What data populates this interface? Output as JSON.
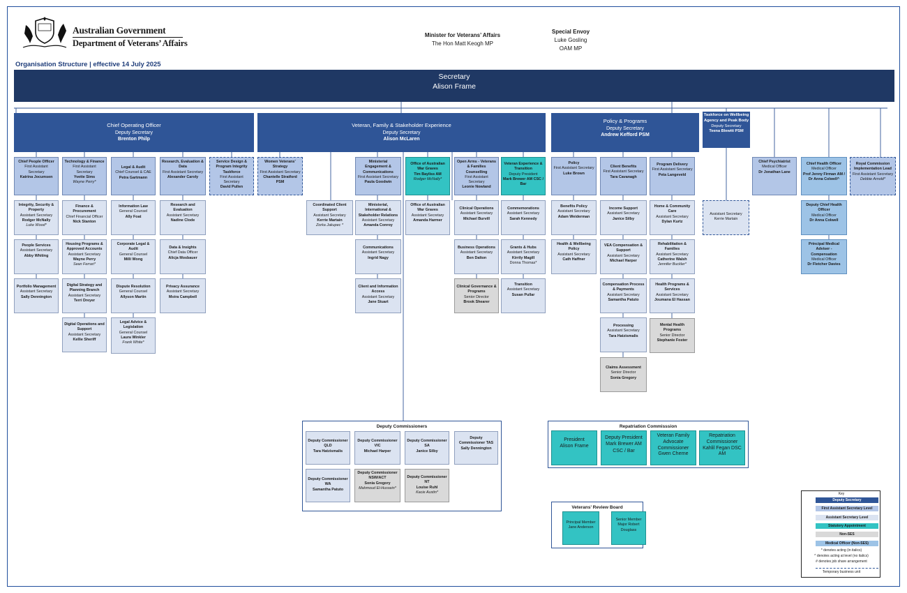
{
  "header": {
    "gov_line1": "Australian Government",
    "gov_line2": "Department of Veterans’ Affairs",
    "minister_title": "Minister for Veterans’ Affairs",
    "minister_name": "The Hon Matt Keogh MP",
    "envoy_title": "Special Envoy",
    "envoy_name_1": "Luke Gosling",
    "envoy_name_2": "OAM MP",
    "page_title": "Organisation Structure | effective 14 July 2025",
    "crest_icon": "coat-of-arms-icon"
  },
  "secretary": {
    "title": "Secretary",
    "name": "Alison Frame"
  },
  "deputies": {
    "coo": {
      "title": "Chief Operating Officer",
      "role": "Deputy Secretary",
      "name": "Brenton Philp"
    },
    "vfse": {
      "title": "Veteran, Family & Stakeholder Experience",
      "role": "Deputy Secretary",
      "name": "Alison McLaren"
    },
    "policy": {
      "title": "Policy & Programs",
      "role": "Deputy Secretary",
      "name": "Andrew Kefford PSM"
    },
    "taskforce": {
      "title": "Taskforce on Wellbeing Agency and Peak Body",
      "role": "Deputy Secretary",
      "name": "Teena Blewitt PSM"
    }
  },
  "boxes": {
    "cpo": {
      "title": "Chief People Officer",
      "role": "First Assistant Secretary",
      "name": "Katrina Jocumsen"
    },
    "tf": {
      "title": "Technology & Finance",
      "role": "First Assistant Secretary",
      "name": "Yvette Sims",
      "acting": "Wayne Perry*"
    },
    "la": {
      "title": "Legal & Audit",
      "role": "Chief Counsel & CAE",
      "name": "Petra Gartmann"
    },
    "red": {
      "title": "Research, Evaluation & Data",
      "role": "First Assistant Secretary",
      "name": "Alexander Caroly"
    },
    "sdpi": {
      "title": "Service Design & Program Integrity Taskforce",
      "role": "First Assistant Secretary",
      "name": "David Pullen"
    },
    "isp": {
      "title": "Integrity, Security & Property",
      "role": "Assistant Secretary",
      "name": "Rodger McNally",
      "acting": "Luke Wood*"
    },
    "ps": {
      "title": "People Services",
      "role": "Assistant Secretary",
      "name": "Abby Whiting"
    },
    "pm": {
      "title": "Portfolio Management",
      "role": "Assistant Secretary",
      "name": "Sally Dennington"
    },
    "fp": {
      "title": "Finance & Procurement",
      "role": "Chief Financial Officer",
      "name": "Nick Stanton"
    },
    "hpam": {
      "title": "Housing Programs & Approved Accounts",
      "role": "Assistant Secretary",
      "name": "Wayne Perry",
      "acting": "Sean Ferrari*"
    },
    "dspb": {
      "title": "Digital Strategy and Planning Branch",
      "role": "Assistant Secretary",
      "name": "Terri Dreyer"
    },
    "dos": {
      "title": "Digital Operations and Support",
      "role": "Assistant Secretary",
      "name": "Kellie Sheriff"
    },
    "il": {
      "title": "Information Law",
      "role": "General Counsel",
      "name": "Ally Foat"
    },
    "cla": {
      "title": "Corporate Legal & Audit",
      "role": "General Counsel",
      "name": "Milli Wong"
    },
    "dr": {
      "title": "Dispute Resolution",
      "role": "General Counsel",
      "name": "Allyson Martin"
    },
    "lal": {
      "title": "Legal Advice & Legislation",
      "role": "General Counsel",
      "name": "Laura Winkler",
      "acting": "Frank White*"
    },
    "rae": {
      "title": "Research and Evaluation",
      "role": "Assistant Secretary",
      "name": "Nadine Clode"
    },
    "di": {
      "title": "Data & Insights",
      "role": "Chief Data Officer",
      "name": "Alicja Mosbauer"
    },
    "pa": {
      "title": "Privacy Assurance",
      "role": "Assistant Secretary",
      "name": "Moira Campbell"
    },
    "wvs": {
      "title": "Women Veterans’ Strategy",
      "role": "First Assistant Secretary",
      "name": "Chantelle Stratford PSM"
    },
    "ccs": {
      "title": "Coordinated Client Support",
      "role": "Assistant Secretary",
      "name": "Kerrie Martain",
      "acting": "Zorka Jakupec *"
    },
    "mec": {
      "title": "Ministerial Engagement & Communications",
      "role": "First Assistant Secretary",
      "name": "Paula Goodwin"
    },
    "oawg": {
      "title": "Office of Australian War Graves",
      "role": "",
      "name": "Tim Bayliss AM",
      "acting": "Rodger McNally*"
    },
    "oafc": {
      "title": "Open Arms - Veterans & Families Counselling",
      "role": "First Assistant Secretary",
      "name": "Leonie Nowland"
    },
    "vet": {
      "title": "Veteran Experience & Transition",
      "role": "Deputy President",
      "name": "Mark Brewer AM CSC / Bar"
    },
    "mis": {
      "title": "Ministerial, International & Stakeholder Relations",
      "role": "Assistant Secretary",
      "name": "Amanda Conroy"
    },
    "comms": {
      "title": "Communications",
      "role": "Assistant Secretary",
      "name": "Ingrid Nagy"
    },
    "cia": {
      "title": "Client and Information Access",
      "role": "Assistant Secretary",
      "name": "Jane Stuart"
    },
    "oawg2": {
      "title": "Office of Australian War Graves",
      "role": "Assistant Secretary",
      "name": "Amanda Harmer"
    },
    "co": {
      "title": "Clinical Operations",
      "role": "Assistant Secretary",
      "name": "Michael Burvill"
    },
    "bo": {
      "title": "Business Operations",
      "role": "Assistant Secretary",
      "name": "Ben Dalton"
    },
    "cgp": {
      "title": "Clinical Governance & Programs",
      "role": "Senior Director",
      "name": "Brook Shearer"
    },
    "comm": {
      "title": "Commemorations",
      "role": "Assistant Secretary",
      "name": "Sarah Kennedy"
    },
    "gh": {
      "title": "Grants & Hubs",
      "role": "Assistant Secretary",
      "name": "Kirrily Magill",
      "acting": "Donna Thomas*"
    },
    "tr": {
      "title": "Transition",
      "role": "Assistant Secretary",
      "name": "Susan Pullar"
    },
    "pol": {
      "title": "Policy",
      "role": "First Assistant Secretary",
      "name": "Luke Brown"
    },
    "cb": {
      "title": "Client Benefits",
      "role": "First Assistant Secretary",
      "name": "Tara Cavanagh"
    },
    "pd": {
      "title": "Program Delivery",
      "role": "First Assistant Secretary",
      "name": "Peta Langeveld"
    },
    "bp": {
      "title": "Benefits Policy",
      "role": "Assistant Secretary",
      "name": "Adam Weiderman"
    },
    "hwp": {
      "title": "Health & Wellbeing Policy",
      "role": "Assistant Secretary",
      "name": "Cath Haffner"
    },
    "is": {
      "title": "Income Support",
      "role": "Assistant Secretary",
      "name": "Janice Silby"
    },
    "vcs": {
      "title": "VEA Compensation & Support",
      "role": "Assistant Secretary",
      "name": "Michael Harper"
    },
    "cpp": {
      "title": "Compensation Process & Payments",
      "role": "Assistant Secretary",
      "name": "Samantha Patuto"
    },
    "proc": {
      "title": "Processing",
      "role": "Assistant Secretary",
      "name": "Tara Hatzismalis"
    },
    "ca": {
      "title": "Claims Assessment",
      "role": "Senior Director",
      "name": "Sonia Gregory"
    },
    "hcc": {
      "title": "Home & Community Care",
      "role": "Assistant Secretary",
      "name": "Dylan Kurtz"
    },
    "rf": {
      "title": "Rehabilitation & Families",
      "role": "Assistant Secretary",
      "name": "Catherine Walsh",
      "acting": "Jennifer Buckler*"
    },
    "hps": {
      "title": "Health Programs & Services",
      "role": "Assistant Secretary",
      "name": "Joumana El Hassan"
    },
    "mhp": {
      "title": "Mental Health Programs",
      "role": "Senior Director",
      "name": "Stephanie Foster"
    },
    "tfas": {
      "title": "",
      "role": "Assistant Secretary",
      "name": "Kerrie Martain"
    },
    "cpsy": {
      "title": "Chief Psychiatrist",
      "role": "Medical Officer",
      "name": "Dr Jonathan Lane"
    },
    "cho": {
      "title": "Chief Health Officer",
      "role": "Medical Officer",
      "name": "Prof Jenny Firman AM / Dr Anna Colwell^"
    },
    "dcho": {
      "title": "Deputy Chief Health Officer",
      "role": "Medical Officer",
      "name": "Dr Anna Colwell"
    },
    "pmac": {
      "title": "Principal Medical Adviser - Compensation",
      "role": "Medical Officer",
      "name": "Dr Fletcher Davies"
    },
    "rcil": {
      "title": "Royal Commission Implementation Lead",
      "role": "First Assistant Secretary",
      "name": "",
      "acting": "Debbie Arnold*"
    }
  },
  "deputy_commissioners": {
    "title": "Deputy Commissioners",
    "qld": {
      "title": "Deputy Commissioner QLD",
      "name": "Tara Hatzismalis"
    },
    "vic": {
      "title": "Deputy Commissioner VIC",
      "name": "Michael Harper"
    },
    "sa": {
      "title": "Deputy Commissioner SA",
      "name": "Janice Silby"
    },
    "tas": {
      "title": "Deputy Commissioner TAS",
      "name": "Sally Dennington"
    },
    "wa": {
      "title": "Deputy Commissioner WA",
      "name": "Samantha Patuto"
    },
    "nsw": {
      "title": "Deputy Commissioner NSW/ACT",
      "name": "Sonia Gregory",
      "acting": "Mahmoud El-Hussein*"
    },
    "nt": {
      "title": "Deputy Commissioner NT",
      "name": "Louise Ruhl",
      "acting": "Kacie Austin*"
    }
  },
  "repatriation": {
    "title": "Repatriation Commisssion",
    "president": {
      "role": "President",
      "name": "Alison Frame"
    },
    "deputy": {
      "role": "Deputy President",
      "name": "Mark Brewer AM CSC / Bar"
    },
    "vfac": {
      "role": "Veteran Family Advocate Commissioner",
      "name": "Gwen Cherne"
    },
    "rc": {
      "role": "Repatriation Commissioner",
      "name": "Kahlil Fegan DSC AM"
    }
  },
  "review_board": {
    "title": "Veterans’ Review Board",
    "pm": {
      "role": "Principal Member",
      "name": "Jane Anderson"
    },
    "sm": {
      "role": "Senior Member",
      "name": "Major Robert Douglass"
    }
  },
  "key": {
    "title": "Key",
    "items": [
      "Deputy Secretary",
      "First Assistant Secretary Level",
      "Assistant Secretary Level",
      "Statutory Appointment",
      "Non-SES",
      "Medical Officer (Non-SES)"
    ],
    "note1": "* denotes acting (in italics)",
    "note2": "^ denotes acting at level (no italics)",
    "note3": "# denotes job share arrangement",
    "temp": "Temporary business unit"
  },
  "colors": {
    "secretary": "#1f3864",
    "deputy": "#2f5597",
    "fas": "#b3c6e7",
    "as": "#dbe3f1",
    "statutory": "#33c3c3",
    "nonses": "#d9d9d9",
    "medical": "#9dc3e6"
  }
}
